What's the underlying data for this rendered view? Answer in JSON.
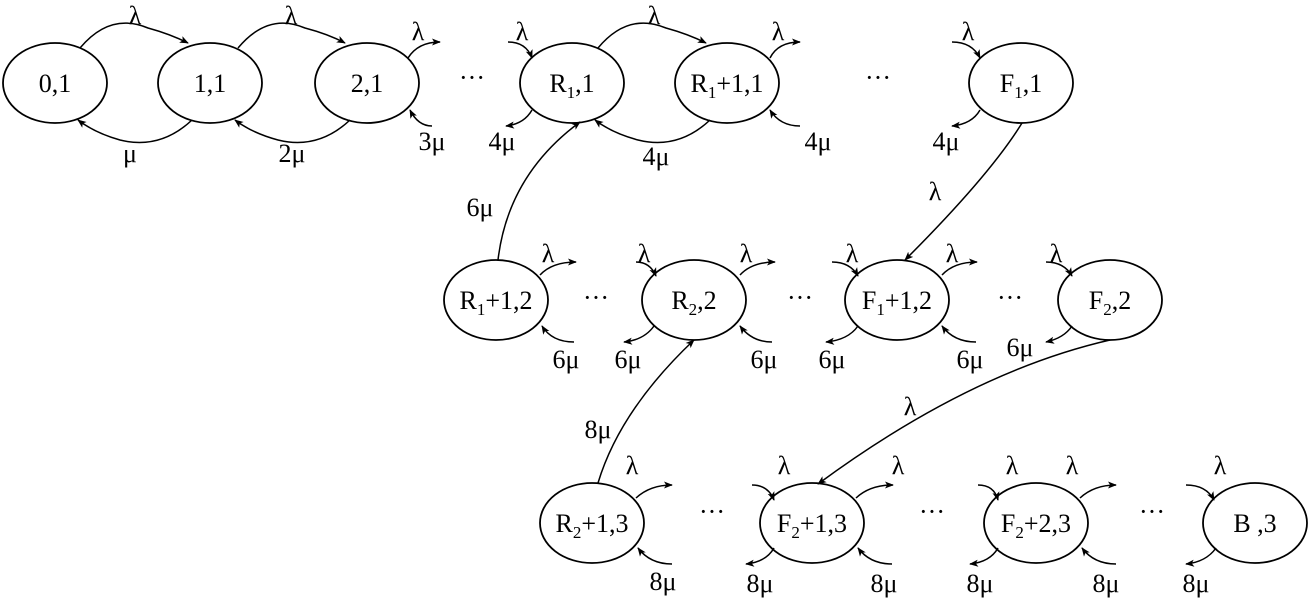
{
  "nodes": {
    "s01": {
      "text": "0,1"
    },
    "s11": {
      "text": "1,1"
    },
    "s21": {
      "text": "2,1"
    },
    "sR11": {
      "base": "R",
      "sub": "1",
      "rest": ",1"
    },
    "sR1p1": {
      "base": "R",
      "sub": "1",
      "rest": "+1,1"
    },
    "sF11": {
      "base": "F",
      "sub": "1",
      "rest": ",1"
    },
    "sR1p2": {
      "base": "R",
      "sub": "1",
      "rest": "+1,2"
    },
    "sR22": {
      "base": "R",
      "sub": "2",
      "rest": ",2"
    },
    "sF1p2": {
      "base": "F",
      "sub": "1",
      "rest": "+1,2"
    },
    "sF22": {
      "base": "F",
      "sub": "2",
      "rest": ",2"
    },
    "sR2p3": {
      "base": "R",
      "sub": "2",
      "rest": "+1,3"
    },
    "sF2p3": {
      "base": "F",
      "sub": "2",
      "rest": "+1,3"
    },
    "sF2p23": {
      "base": "F",
      "sub": "2",
      "rest": "+2,3"
    },
    "sB3": {
      "text": "B ,3"
    }
  },
  "rates": {
    "lambda": "λ",
    "mu": "μ",
    "two_mu": "2μ",
    "three_mu": "3μ",
    "four_mu": "4μ",
    "six_mu": "6μ",
    "eight_mu": "8μ"
  },
  "ellipsis": "···"
}
